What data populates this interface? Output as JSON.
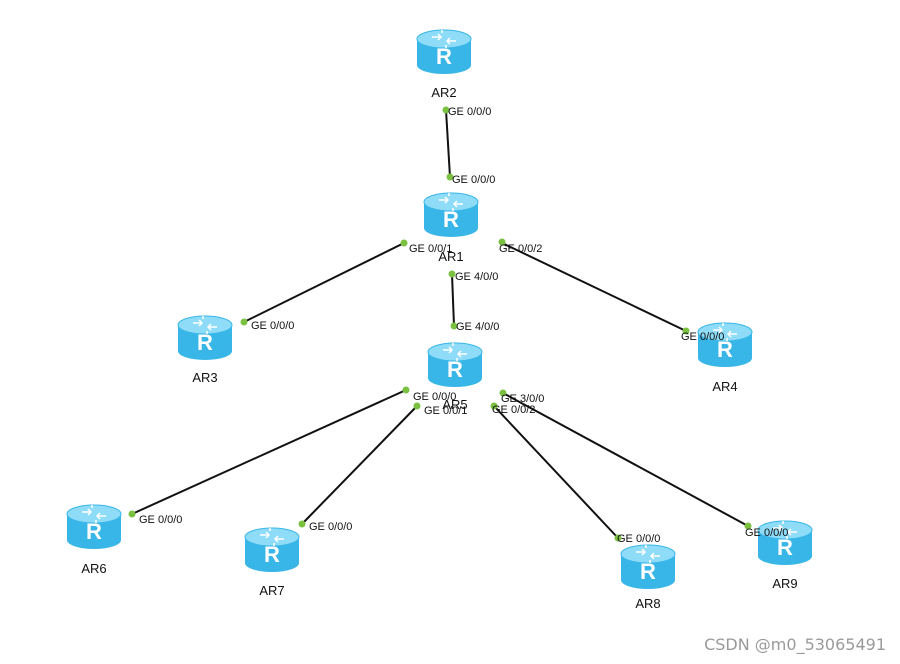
{
  "diagram": {
    "routers": [
      {
        "id": "AR2",
        "label": "AR2"
      },
      {
        "id": "AR1",
        "label": "AR1"
      },
      {
        "id": "AR3",
        "label": "AR3"
      },
      {
        "id": "AR4",
        "label": "AR4"
      },
      {
        "id": "AR5",
        "label": "AR5"
      },
      {
        "id": "AR6",
        "label": "AR6"
      },
      {
        "id": "AR7",
        "label": "AR7"
      },
      {
        "id": "AR8",
        "label": "AR8"
      },
      {
        "id": "AR9",
        "label": "AR9"
      }
    ],
    "icon_letter": "R",
    "links": [
      {
        "a": "AR2",
        "b": "AR1",
        "a_port": "GE 0/0/0",
        "b_port": "GE 0/0/0"
      },
      {
        "a": "AR1",
        "b": "AR3",
        "a_port": "GE 0/0/1",
        "b_port": "GE 0/0/0"
      },
      {
        "a": "AR1",
        "b": "AR4",
        "a_port": "GE 0/0/2",
        "b_port": "GE 0/0/0"
      },
      {
        "a": "AR1",
        "b": "AR5",
        "a_port": "GE 4/0/0",
        "b_port": "GE 4/0/0"
      },
      {
        "a": "AR5",
        "b": "AR6",
        "a_port": "GE 0/0/0",
        "b_port": "GE 0/0/0"
      },
      {
        "a": "AR5",
        "b": "AR7",
        "a_port": "GE 0/0/1",
        "b_port": "GE 0/0/0"
      },
      {
        "a": "AR5",
        "b": "AR8",
        "a_port": "GE 0/0/2",
        "b_port": "GE 0/0/0"
      },
      {
        "a": "AR5",
        "b": "AR9",
        "a_port": "GE 3/0/0",
        "b_port": "GE 0/0/0"
      }
    ],
    "colors": {
      "link": "#111111",
      "port_dot": "#7ac142",
      "router_body": "#38b6e8",
      "router_top": "#8fdcf8",
      "router_glyph": "#ffffff"
    }
  },
  "watermark": "CSDN @m0_53065491"
}
